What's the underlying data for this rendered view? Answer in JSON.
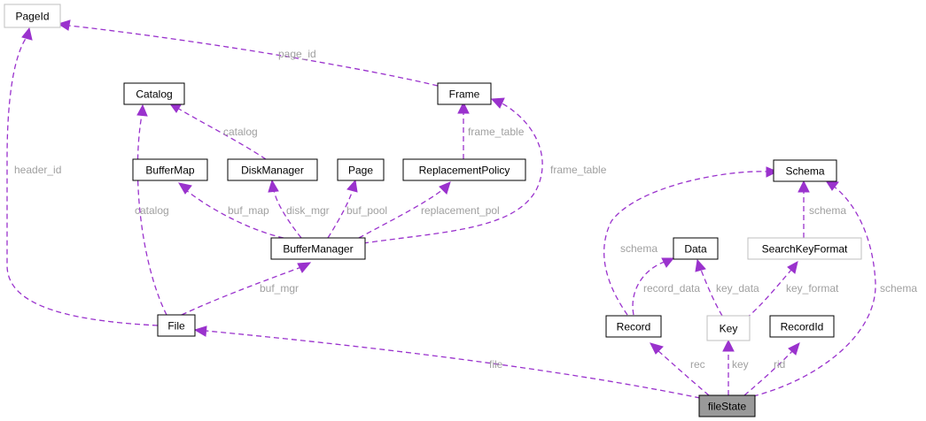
{
  "nodes": {
    "pageid": "PageId",
    "catalog": "Catalog",
    "frame": "Frame",
    "buffermap": "BufferMap",
    "diskmanager": "DiskManager",
    "page": "Page",
    "replacementpolicy": "ReplacementPolicy",
    "buffermanager": "BufferManager",
    "file": "File",
    "schema": "Schema",
    "data": "Data",
    "searchkeyformat": "SearchKeyFormat",
    "record": "Record",
    "key": "Key",
    "recordid": "RecordId",
    "filestate": "fileState"
  },
  "edges": {
    "page_id": "page_id",
    "header_id": "header_id",
    "catalog_dm": "catalog",
    "catalog_file": "catalog",
    "frame_table_rp": "frame_table",
    "frame_table_bm": "frame_table",
    "buf_map": "buf_map",
    "disk_mgr": "disk_mgr",
    "buf_pool": "buf_pool",
    "replacement_pol": "replacement_pol",
    "buf_mgr": "buf_mgr",
    "file": "file",
    "schema_record": "schema",
    "schema_skf": "schema",
    "schema_fs": "schema",
    "record_data": "record_data",
    "key_data": "key_data",
    "key_format": "key_format",
    "rec": "rec",
    "key": "key",
    "rid": "rid"
  },
  "colors": {
    "edge": "#9a32cd",
    "label": "#a0a0a0",
    "focus_fill": "#999999",
    "gray_border": "#bfbfbf"
  }
}
